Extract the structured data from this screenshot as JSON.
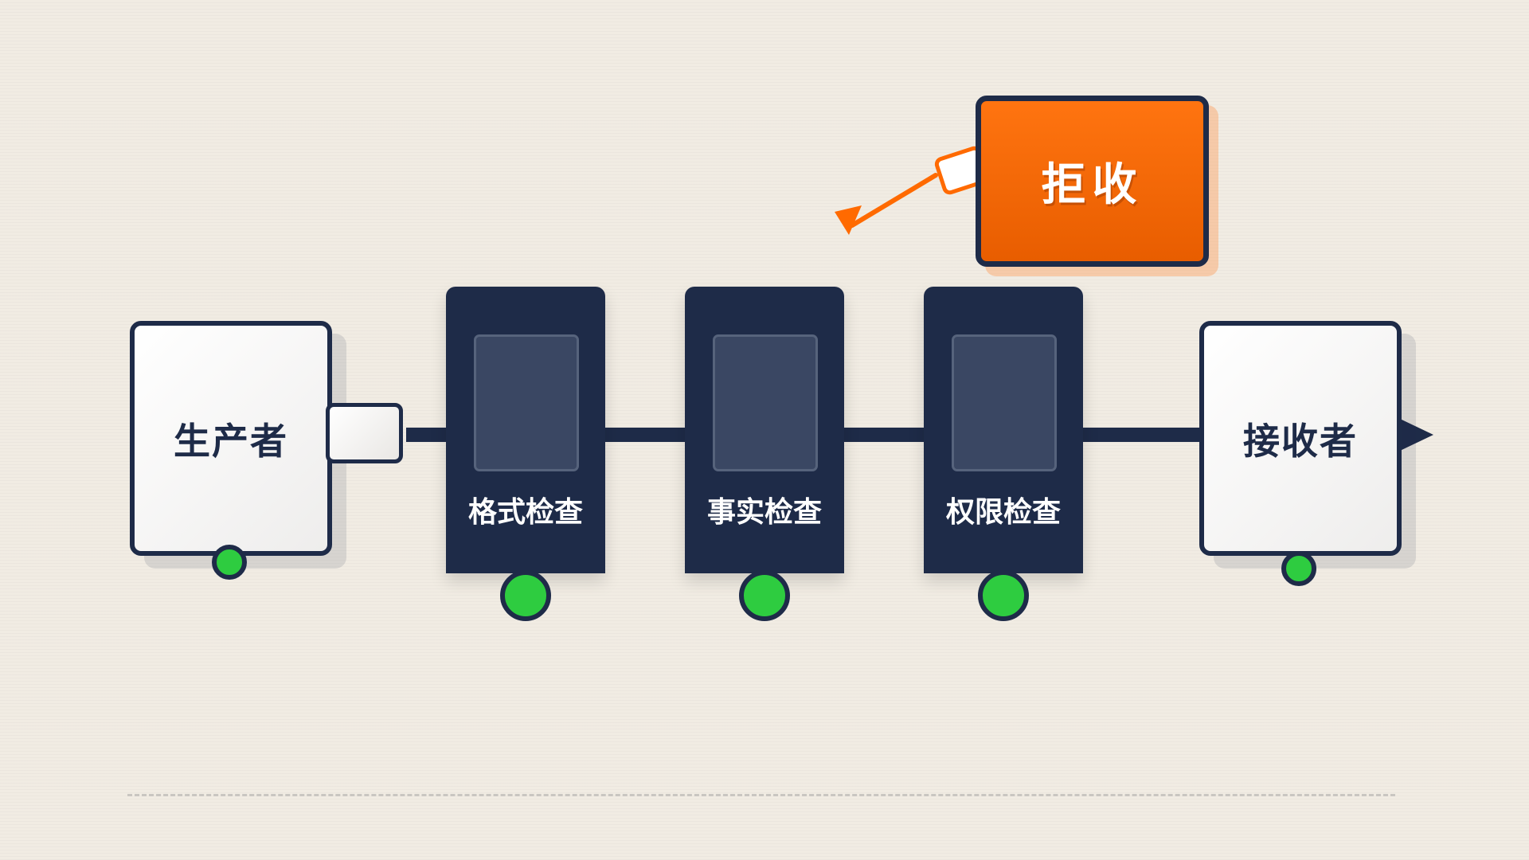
{
  "producer": {
    "label": "生产者"
  },
  "receiver": {
    "label": "接收者"
  },
  "gates": [
    {
      "label": "格式检查"
    },
    {
      "label": "事实检查"
    },
    {
      "label": "权限检查"
    }
  ],
  "reject": {
    "label": "拒收"
  },
  "colors": {
    "navy": "#1e2b48",
    "status_ok": "#2ecc40",
    "reject": "#ff6a00",
    "background": "#f1ece3"
  }
}
